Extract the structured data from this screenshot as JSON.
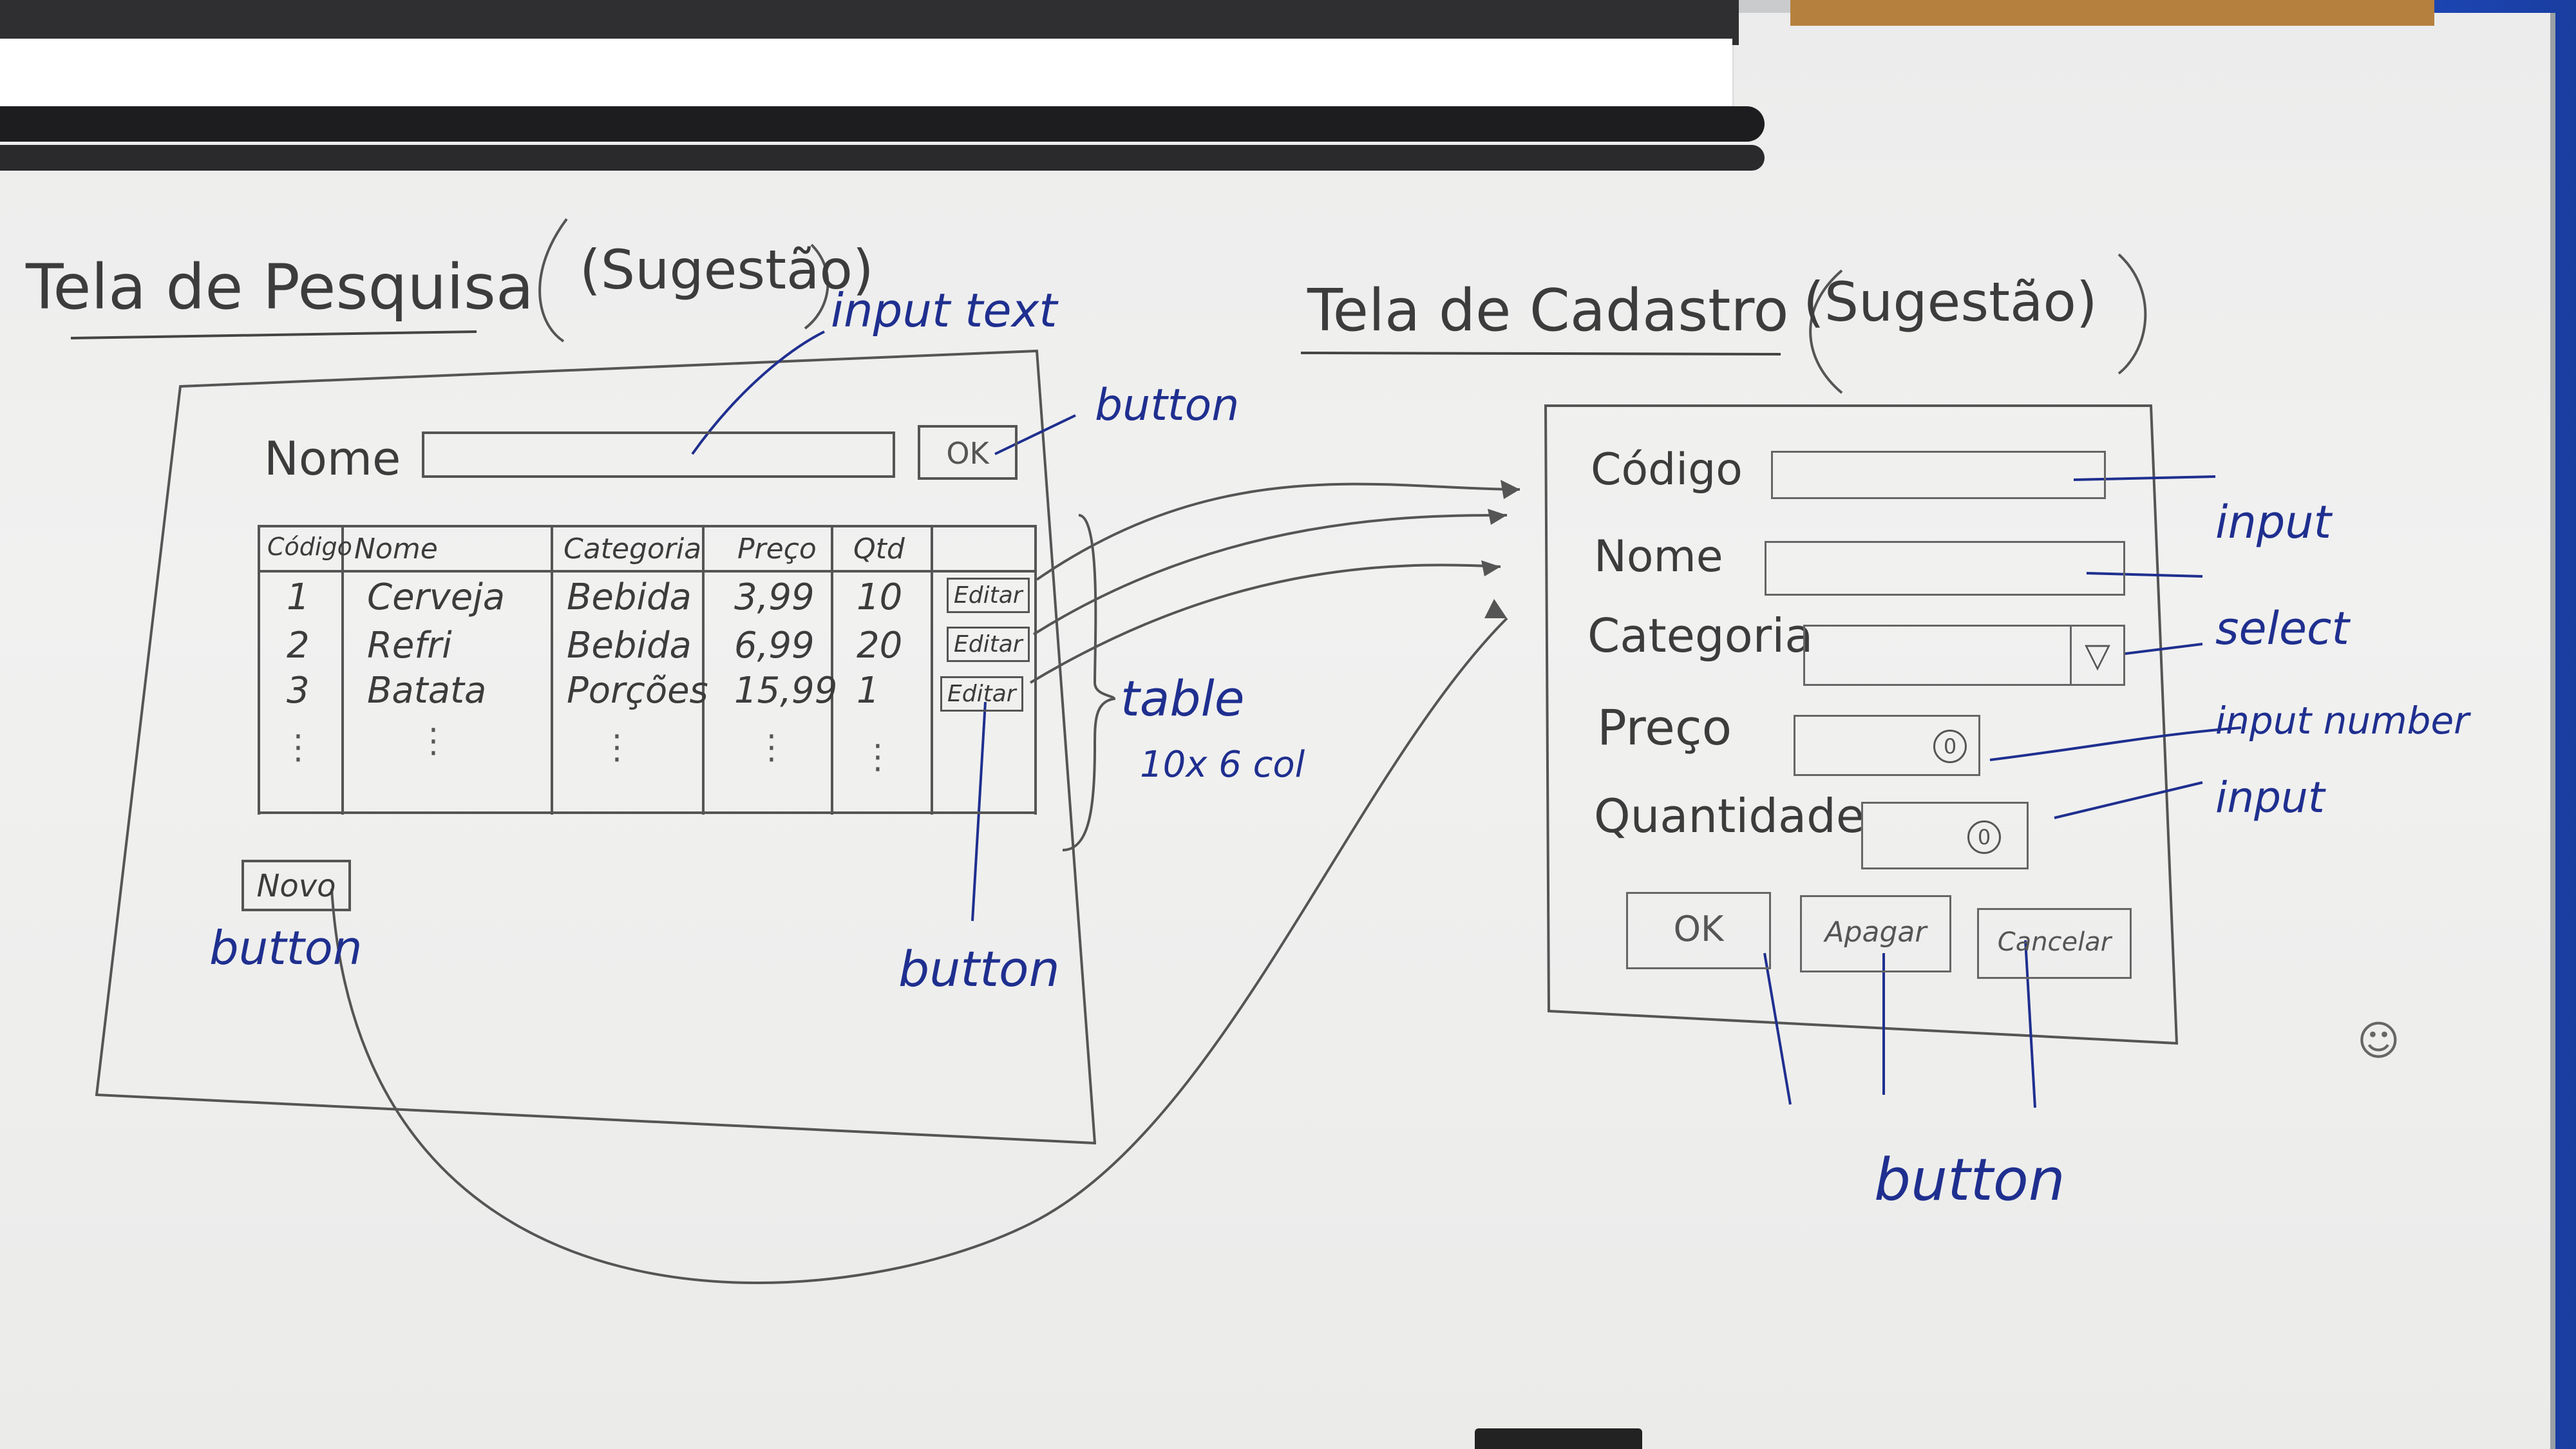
{
  "left_screen": {
    "title": "Tela de Pesquisa",
    "subtitle": "(Sugestão)",
    "name_label": "Nome",
    "ok_button": "OK",
    "table": {
      "headers": [
        "Código",
        "Nome",
        "Categoria",
        "Preço",
        "Qtd"
      ],
      "rows": [
        {
          "codigo": "1",
          "nome": "Cerveja",
          "categoria": "Bebida",
          "preco": "3,99",
          "qtd": "10",
          "action": "Editar"
        },
        {
          "codigo": "2",
          "nome": "Refri",
          "categoria": "Bebida",
          "preco": "6,99",
          "qtd": "20",
          "action": "Editar"
        },
        {
          "codigo": "3",
          "nome": "Batata",
          "categoria": "Porções",
          "preco": "15,99",
          "qtd": "1",
          "action": "Editar"
        }
      ]
    },
    "new_button": "Novo"
  },
  "left_annotations": {
    "input_text": "input text",
    "button_top": "button",
    "table": "table",
    "table_size": "10x 6 col",
    "button_novo": "button",
    "button_edit": "button"
  },
  "right_screen": {
    "title": "Tela de Cadastro",
    "subtitle": "(Sugestão)",
    "fields": {
      "codigo": "Código",
      "nome": "Nome",
      "categoria": "Categoria",
      "preco": "Preço",
      "quantidade": "Quantidade"
    },
    "select_arrow": "▽",
    "preco_value": "0",
    "quantidade_value": "0",
    "buttons": {
      "ok": "OK",
      "apagar": "Apagar",
      "cancelar": "Cancelar"
    }
  },
  "right_annotations": {
    "input1": "input",
    "select": "select",
    "input_number": "input number",
    "input2": "input",
    "button": "button",
    "smiley": "☺"
  }
}
